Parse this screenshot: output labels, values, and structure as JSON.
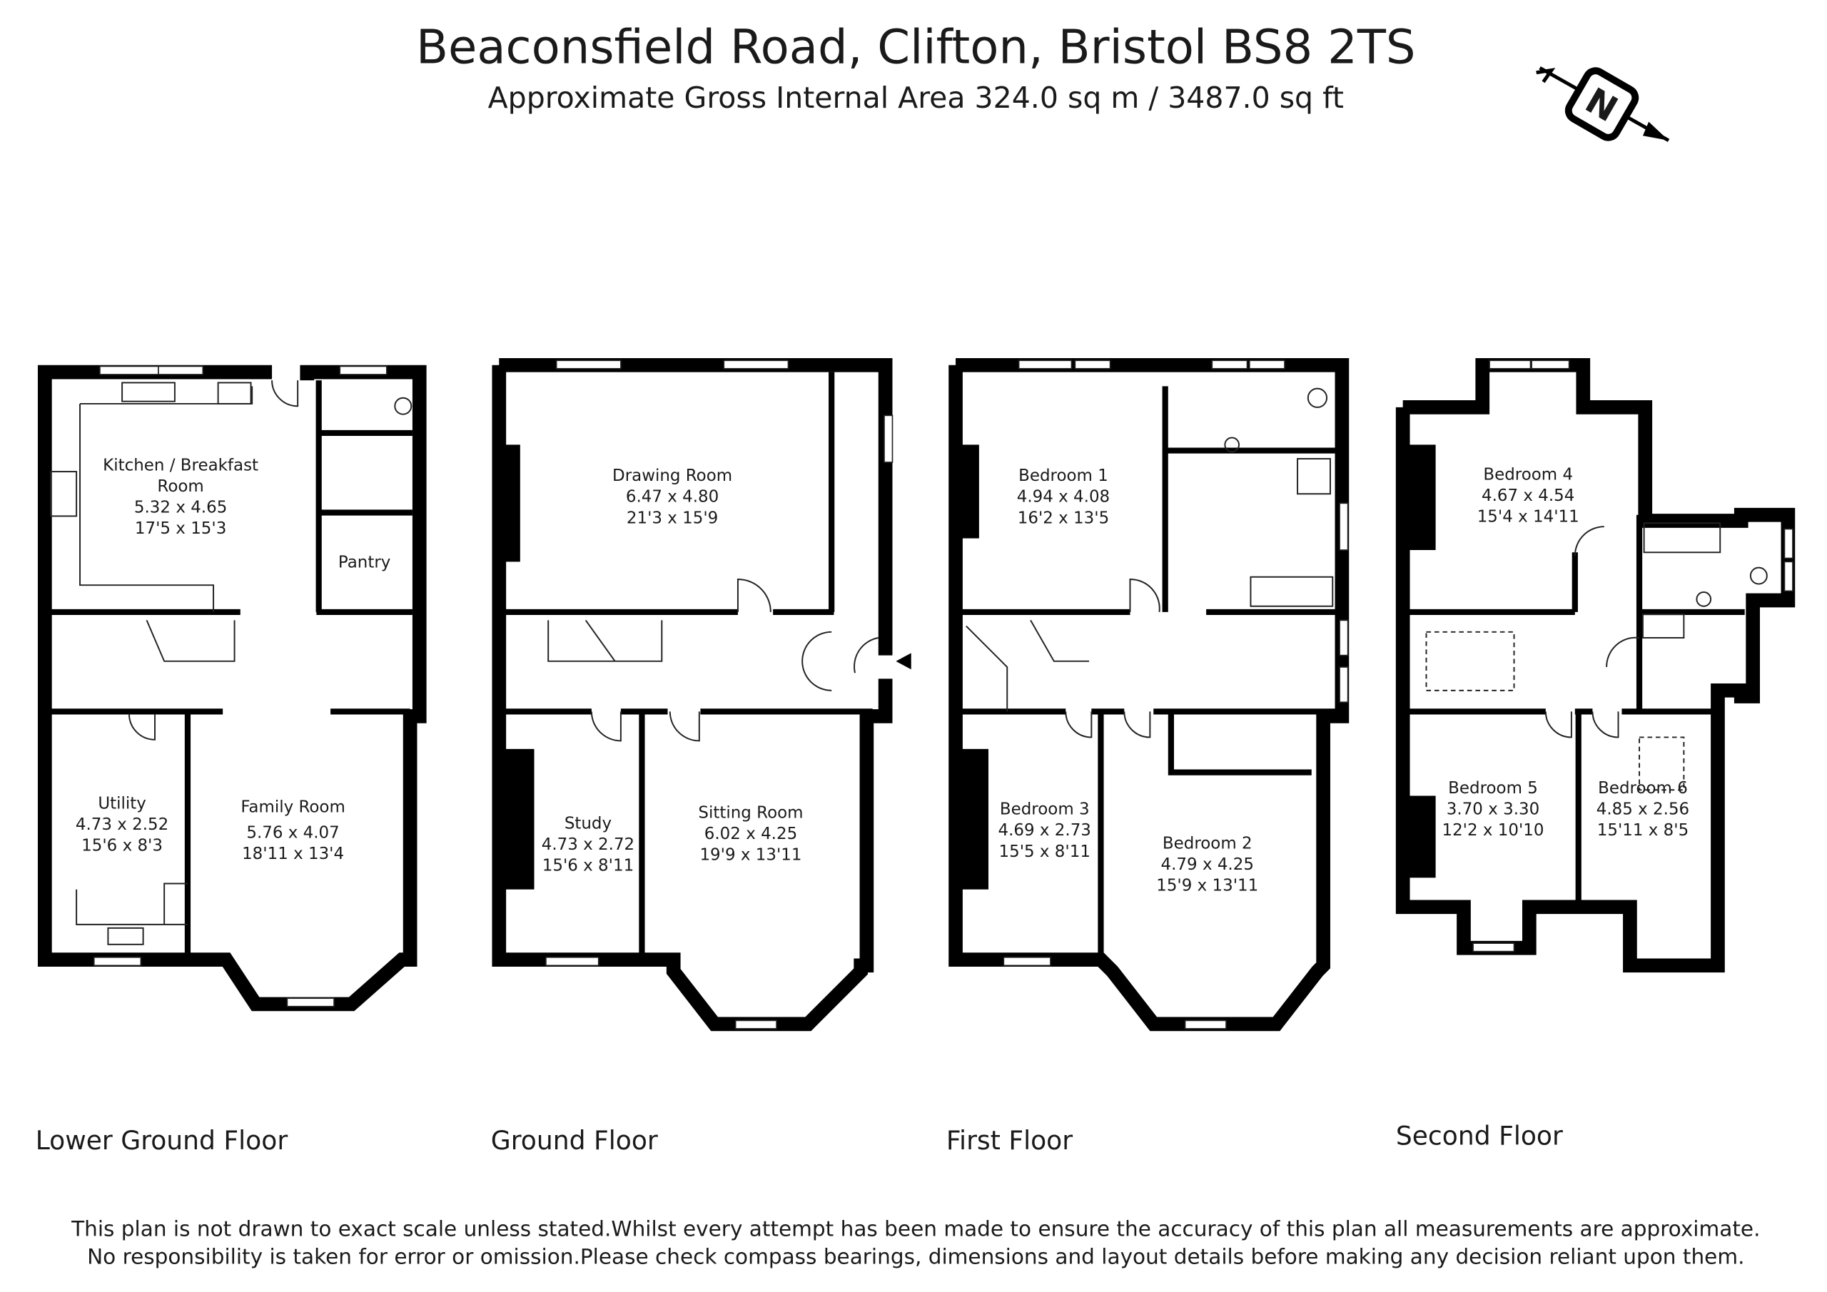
{
  "header": {
    "title": "Beaconsfield Road, Clifton, Bristol BS8 2TS",
    "subtitle": "Approximate Gross Internal Area 324.0 sq m / 3487.0 sq ft",
    "compass_letter": "N"
  },
  "floors": [
    {
      "name": "Lower Ground Floor",
      "rooms": [
        {
          "name": "Kitchen / Breakfast",
          "name2": "Room",
          "metric": "5.32 x 4.65",
          "imperial": "17'5 x 15'3"
        },
        {
          "name": "Pantry"
        },
        {
          "name": "Utility",
          "metric": "4.73 x 2.52",
          "imperial": "15'6 x 8'3"
        },
        {
          "name": "Family Room",
          "metric": "5.76 x 4.07",
          "imperial": "18'11 x 13'4"
        }
      ]
    },
    {
      "name": "Ground Floor",
      "rooms": [
        {
          "name": "Drawing Room",
          "metric": "6.47 x 4.80",
          "imperial": "21'3 x 15'9"
        },
        {
          "name": "Study",
          "metric": "4.73 x 2.72",
          "imperial": "15'6 x 8'11"
        },
        {
          "name": "Sitting Room",
          "metric": "6.02 x 4.25",
          "imperial": "19'9 x 13'11"
        }
      ]
    },
    {
      "name": "First Floor",
      "rooms": [
        {
          "name": "Bedroom 1",
          "metric": "4.94 x 4.08",
          "imperial": "16'2 x 13'5"
        },
        {
          "name": "Bedroom 3",
          "metric": "4.69 x 2.73",
          "imperial": "15'5 x 8'11"
        },
        {
          "name": "Bedroom 2",
          "metric": "4.79 x 4.25",
          "imperial": "15'9 x 13'11"
        }
      ]
    },
    {
      "name": "Second Floor",
      "rooms": [
        {
          "name": "Bedroom 4",
          "metric": "4.67 x 4.54",
          "imperial": "15'4 x 14'11"
        },
        {
          "name": "Bedroom 5",
          "metric": "3.70 x 3.30",
          "imperial": "12'2 x 10'10"
        },
        {
          "name": "Bedroom 6",
          "metric": "4.85 x 2.56",
          "imperial": "15'11 x 8'5"
        }
      ]
    }
  ],
  "disclaimer": {
    "line1": "This plan is not drawn to exact scale unless stated.Whilst every attempt has been made to ensure the accuracy of this plan all measurements are approximate.",
    "line2": "No responsibility is taken for error or omission.Please check compass bearings, dimensions and layout details before making any decision reliant upon them."
  }
}
